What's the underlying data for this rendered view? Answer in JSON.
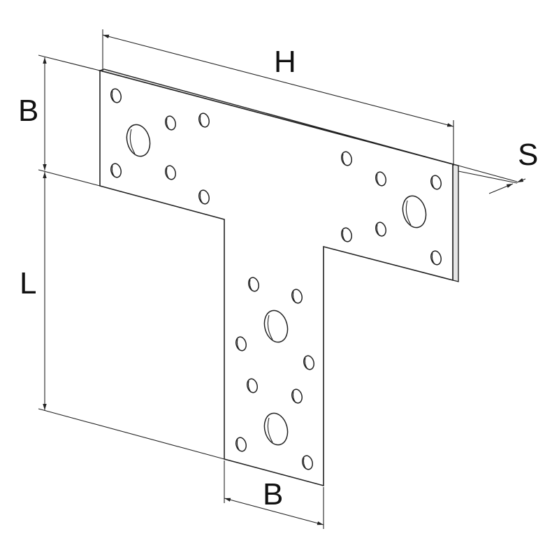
{
  "labels": {
    "H": "H",
    "B_top": "B",
    "L": "L",
    "B_bottom": "B",
    "S": "S"
  }
}
